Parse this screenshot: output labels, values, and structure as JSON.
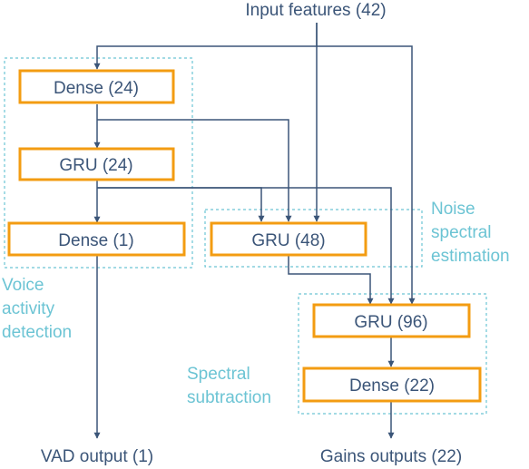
{
  "io": {
    "input": "Input features (42)",
    "vad_output": "VAD output (1)",
    "gains_output": "Gains outputs (22)"
  },
  "nodes": {
    "dense24": "Dense (24)",
    "gru24": "GRU (24)",
    "dense1": "Dense (1)",
    "gru48": "GRU (48)",
    "gru96": "GRU (96)",
    "dense22": "Dense (22)"
  },
  "groups": {
    "vad": [
      "Voice",
      "activity",
      "detection"
    ],
    "noise": [
      "Noise",
      "spectral",
      "estimation"
    ],
    "spectral": [
      "Spectral",
      "subtraction"
    ]
  },
  "colors": {
    "node_border": "#f39c12",
    "group_border": "#6cc4d4",
    "edge": "#3b5578",
    "text": "#3b5578"
  }
}
